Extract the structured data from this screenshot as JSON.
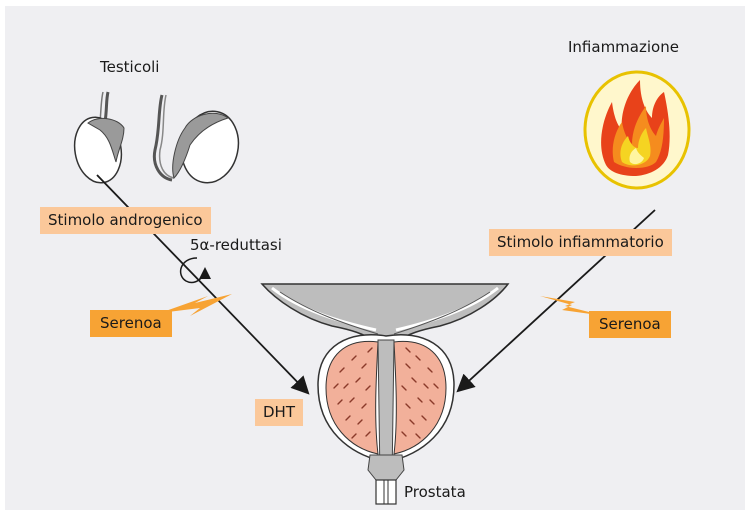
{
  "labels": {
    "testicles": "Testicoli",
    "inflammation": "Infiammazione",
    "androgenic_stimulus": "Stimolo androgenico",
    "enzyme": "5α-reduttasi",
    "inflammatory_stimulus": "Stimolo infiammatorio",
    "serenoa_left": "Serenoa",
    "serenoa_right": "Serenoa",
    "dht": "DHT",
    "prostate": "Prostata"
  },
  "colors": {
    "background": "#efeff2",
    "stimulus_box": "#fbc89a",
    "serenoa_box": "#f7a334",
    "prostate_tissue": "#f2b09a",
    "flame_circle": "#fff7cc",
    "flame_outer": "#e8421a"
  }
}
